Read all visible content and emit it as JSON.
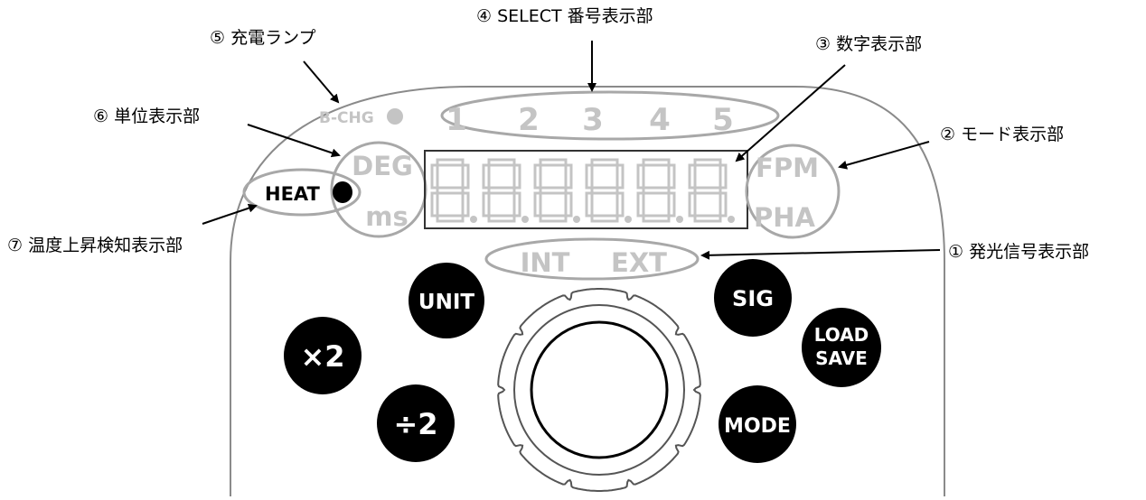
{
  "callouts": {
    "c5": "⑤ 充電ランプ",
    "c4": "④ SELECT 番号表示部",
    "c3": "③ 数字表示部",
    "c6": "⑥ 単位表示部",
    "c2": "② モード表示部",
    "c7": "⑦ 温度上昇検知表示部",
    "c1": "① 発光信号表示部"
  },
  "panel": {
    "bchg_label": "B-CHG",
    "select_numbers": [
      "1",
      "2",
      "3",
      "4",
      "5"
    ],
    "unit_deg": "DEG",
    "unit_ms": "ms",
    "mode_fpm": "FPM",
    "mode_pha": "PHA",
    "heat_label": "HEAT",
    "signal_int": "INT",
    "signal_ext": "EXT",
    "segment_digits": [
      "8",
      "8",
      "8",
      "8",
      "8",
      "8"
    ]
  },
  "buttons": {
    "unit": "UNIT",
    "sig": "SIG",
    "x2": "×2",
    "div2": "÷2",
    "load": "LOAD",
    "save": "SAVE",
    "mode": "MODE"
  },
  "colors": {
    "panel_outline": "#8a8a8a",
    "indicator_gray": "#c4c4c4",
    "button_fill": "#000000",
    "label_text": "#ffffff"
  }
}
